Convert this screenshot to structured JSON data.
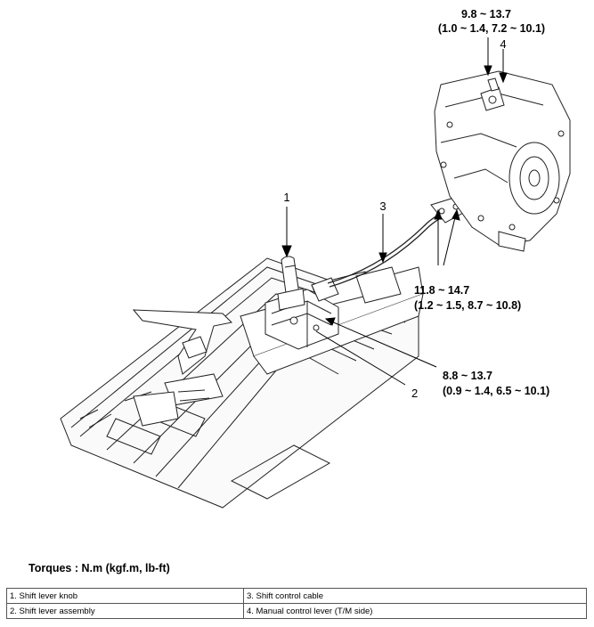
{
  "callouts": {
    "n1": "1",
    "n2": "2",
    "n3": "3",
    "n4": "4",
    "t1_line1": "9.8 ~ 13.7",
    "t1_line2": "(1.0 ~ 1.4, 7.2 ~ 10.1)",
    "t2_line1": "11.8 ~ 14.7",
    "t2_line2": "(1.2 ~ 1.5, 8.7 ~ 10.8)",
    "t3_line1": "8.8 ~ 13.7",
    "t3_line2": "(0.9 ~ 1.4, 6.5 ~ 10.1)"
  },
  "torques_title": "Torques : N.m (kgf.m, lb-ft)",
  "legend": [
    [
      "1. Shift lever knob",
      "3. Shift control cable"
    ],
    [
      "2. Shift lever assembly",
      "4. Manual control lever (T/M side)"
    ]
  ]
}
